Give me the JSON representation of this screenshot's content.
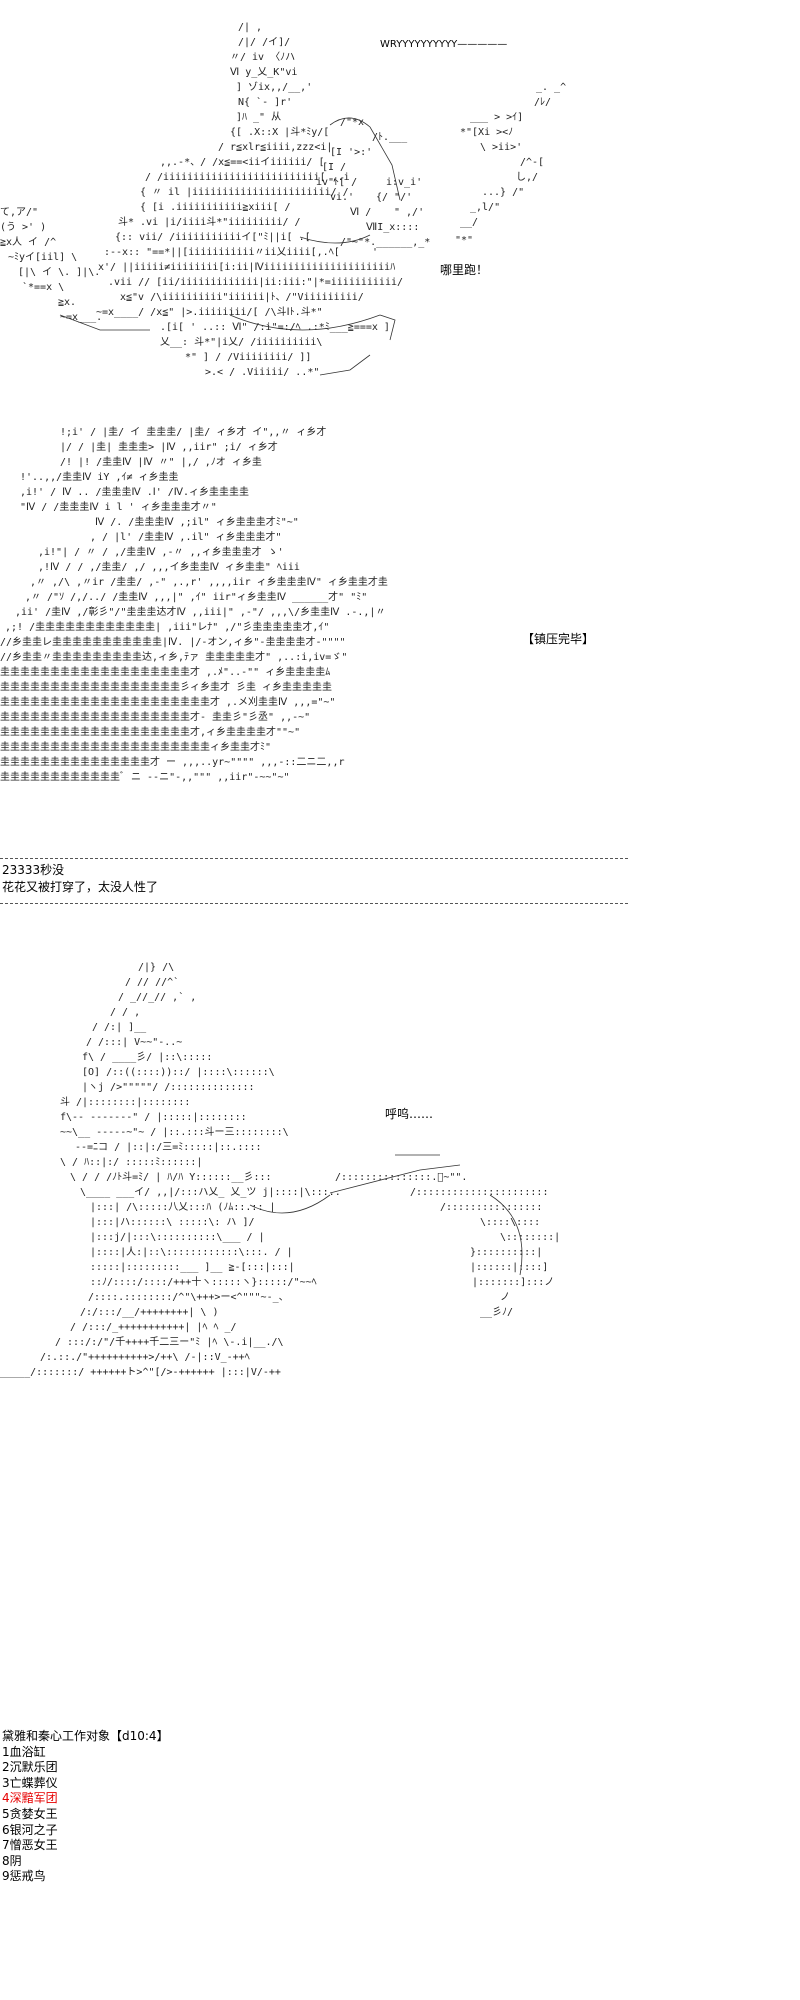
{
  "panel1": {
    "shout": "WRYYYYYYYYYY—————",
    "caption": "哪里跑！"
  },
  "panel2": {
    "caption": "【镇压完毕】"
  },
  "comments": [
    "23333秒没",
    "花花又被打穿了，太没人性了"
  ],
  "panel3": {
    "caption": "呼呜……"
  },
  "roll": {
    "title": "黛雅和秦心工作对象【d10:4】",
    "items": [
      {
        "text": "1血浴缸"
      },
      {
        "text": "2沉默乐团"
      },
      {
        "text": "3亡蝶葬仪"
      },
      {
        "text": "4深黯军团",
        "selected": true
      },
      {
        "text": "5贪婪女王"
      },
      {
        "text": "6银河之子"
      },
      {
        "text": "7憎恶女王"
      },
      {
        "text": "8阴"
      },
      {
        "text": "9惩戒鸟"
      }
    ]
  },
  "colors": {
    "text": "#000000",
    "highlight": "#e60000"
  }
}
